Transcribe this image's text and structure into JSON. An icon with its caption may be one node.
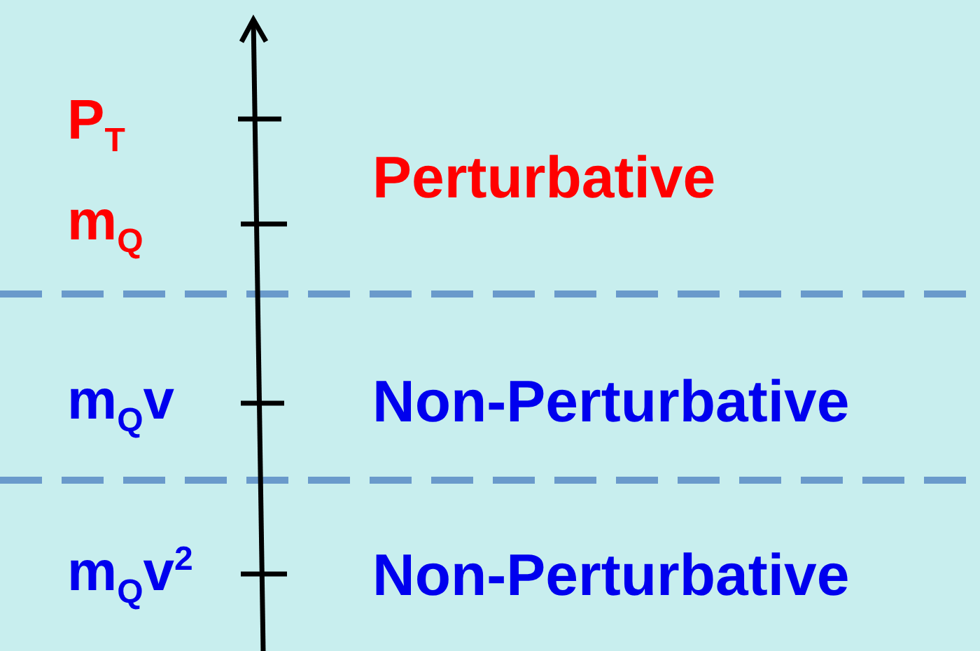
{
  "diagram": {
    "labels": [
      "P$_{T}$",
      "Perturbative",
      "m$_{Q}$",
      "m$_{Q}$v",
      "Non-Perturbative",
      "m$_{Q}$v$^{2}$",
      "Non-Perturbative"
    ]
  }
}
